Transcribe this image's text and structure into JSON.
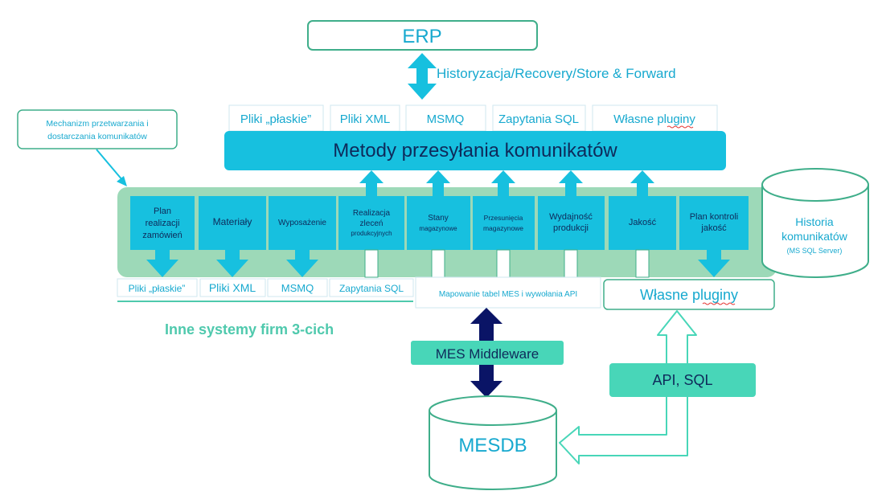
{
  "erp": "ERP",
  "historization": "Historyzacja/Recovery/Store & Forward",
  "top_methods": [
    "Pliki „płaskie”",
    "Pliki XML",
    "MSMQ",
    "Zapytania SQL",
    "Własne pluginy"
  ],
  "methods_banner": "Metody przesyłania komunikatów",
  "callout": [
    "Mechanizm przetwarzania i",
    "dostarczania komunikatów"
  ],
  "modules": [
    {
      "lines": [
        "Plan",
        "realizacji",
        "zamówień"
      ]
    },
    {
      "lines": [
        "Materiały"
      ]
    },
    {
      "lines": [
        "Wyposażenie"
      ]
    },
    {
      "lines": [
        "Realizacja",
        "zleceń",
        "produkcyjnych"
      ]
    },
    {
      "lines": [
        "Stany",
        "magazynowe"
      ]
    },
    {
      "lines": [
        "Przesunięcia",
        "magazynowe"
      ]
    },
    {
      "lines": [
        "Wydajność",
        "produkcji"
      ]
    },
    {
      "lines": [
        "Jakość"
      ]
    },
    {
      "lines": [
        "Plan kontroli",
        "jakość"
      ]
    }
  ],
  "history_db": [
    "Historia",
    "komunikatów",
    "(MS SQL Server)"
  ],
  "bottom_methods": [
    "Pliki „płaskie”",
    "Pliki XML",
    "MSMQ",
    "Zapytania SQL"
  ],
  "mapping": "Mapowanie tabel MES i wywołania API",
  "plugins_bottom": "Własne pluginy",
  "third_party": "Inne systemy firm 3-cich",
  "middleware": "MES Middleware",
  "api_sql": "API, SQL",
  "mesdb": "MESDB",
  "colors": {
    "cyan": "#17c0df",
    "mint": "#9dd9b8",
    "green": "#3fae8a",
    "teal": "#48d6b8",
    "navy": "#0a1466",
    "text_teal": "#4fc9ad"
  }
}
